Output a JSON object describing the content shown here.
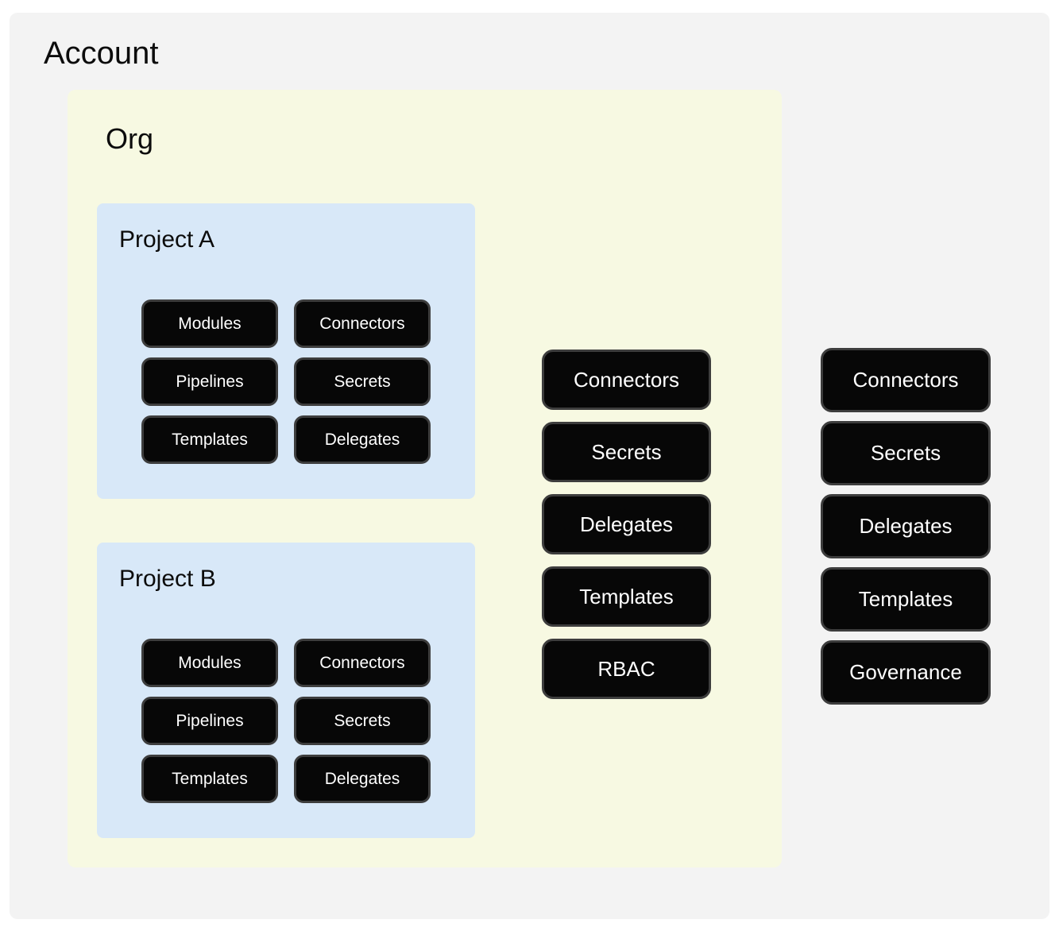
{
  "account": {
    "title": "Account",
    "resources": [
      "Connectors",
      "Secrets",
      "Delegates",
      "Templates",
      "Governance"
    ],
    "org": {
      "title": "Org",
      "resources": [
        "Connectors",
        "Secrets",
        "Delegates",
        "Templates",
        "RBAC"
      ],
      "projects": [
        {
          "title": "Project A",
          "modules": [
            "Modules",
            "Connectors",
            "Pipelines",
            "Secrets",
            "Templates",
            "Delegates"
          ]
        },
        {
          "title": "Project B",
          "modules": [
            "Modules",
            "Connectors",
            "Pipelines",
            "Secrets",
            "Templates",
            "Delegates"
          ]
        }
      ]
    }
  },
  "colors": {
    "account_bg": "#f3f3f3",
    "org_bg": "#f7f9e2",
    "project_bg": "#d8e8f8",
    "node_bg": "#070707",
    "node_border": "#3d3d3d",
    "node_text": "#ffffff"
  }
}
